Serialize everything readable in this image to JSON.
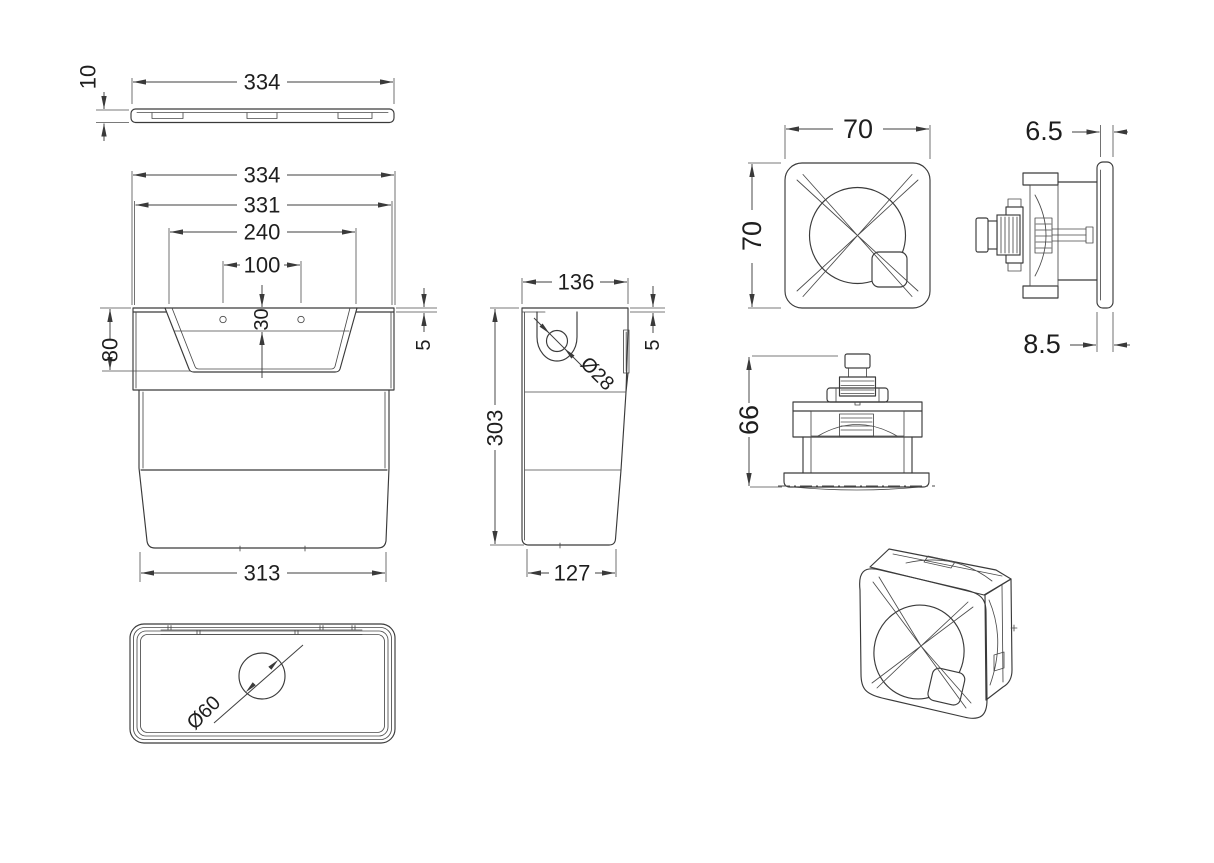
{
  "colors": {
    "background": "#ffffff",
    "line": "#3a3a3a",
    "text": "#1e1e1e"
  },
  "views": {
    "lid_top": {
      "width": "334",
      "thickness": "10"
    },
    "front": {
      "overall_width": "334",
      "body_width": "331",
      "recess_width": "240",
      "hole_spacing": "100",
      "hole_drop": "30",
      "recess_height": "80",
      "lip": "5",
      "base_width": "313"
    },
    "side": {
      "depth": "136",
      "height": "303",
      "base_depth": "127",
      "hole_diameter": "Ø28",
      "lip": "5"
    },
    "bottom": {
      "outlet_diameter": "Ø60"
    },
    "button_front": {
      "width": "70",
      "height": "70"
    },
    "button_side": {
      "front_plate_thickness": "6.5",
      "overall_thickness": "8.5"
    },
    "button_elevation": {
      "height": "66"
    }
  }
}
